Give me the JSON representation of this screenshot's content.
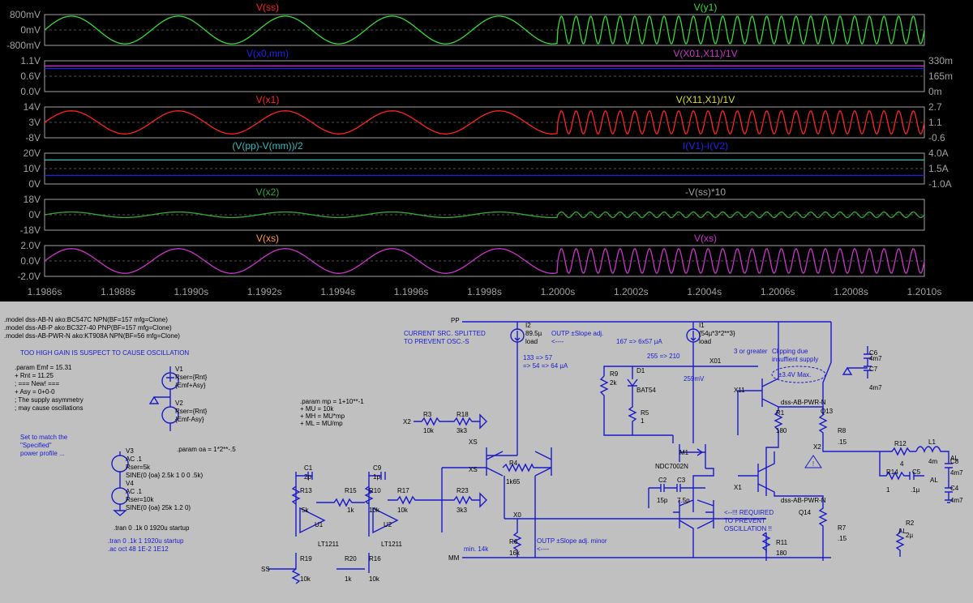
{
  "colors": {
    "bg": "#000000",
    "axis": "#a0a0a0",
    "green": "#33dd33",
    "magenta": "#cc33cc",
    "red": "#ff2222",
    "blue": "#2222ee",
    "cyan": "#33bbbb",
    "darkgreen": "#33aa33",
    "orange": "#ff9933",
    "yellow": "#dddd33",
    "wire": "#1a1acc",
    "schem_bg": "#c0c0c0"
  },
  "panes": [
    {
      "yticks": [
        "800mV",
        "0mV",
        "-800mV"
      ],
      "rticks": [],
      "label_left": "V(ss)",
      "label_right": "V(y1)",
      "lc_left": "red",
      "lc_right": "green"
    },
    {
      "yticks": [
        "1.1V",
        "0.6V",
        "0.0V"
      ],
      "rticks": [
        "330m",
        "165m",
        "0m"
      ],
      "label_left": "V(x0,mm)",
      "label_right": "V(X01,X11)/1V",
      "lc_left": "blue",
      "lc_right": "magenta"
    },
    {
      "yticks": [
        "14V",
        "3V",
        "-8V"
      ],
      "rticks": [
        "2.7",
        "1.1",
        "-0.6"
      ],
      "label_left": "V(x1)",
      "label_right": "V(X11,X1)/1V",
      "lc_left": "red",
      "lc_right": "yellow"
    },
    {
      "yticks": [
        "20V",
        "10V",
        "0V"
      ],
      "rticks": [
        "4.0A",
        "1.5A",
        "-1.0A"
      ],
      "label_left": "(V(pp)-V(mm))/2",
      "label_right": "I(V1)-I(V2)",
      "lc_left": "cyan",
      "lc_right": "blue"
    },
    {
      "yticks": [
        "18V",
        "0V",
        "-18V"
      ],
      "rticks": [],
      "label_left": "V(x2)",
      "label_right": "-V(ss)*10",
      "lc_left": "darkgreen",
      "lc_right": "axis"
    },
    {
      "yticks": [
        "2.0V",
        "0.0V",
        "-2.0V"
      ],
      "rticks": [],
      "label_left": "V(xs)",
      "label_right": "V(xs)",
      "lc_left": "orange",
      "lc_right": "magenta"
    }
  ],
  "xaxis": [
    "1.1986s",
    "1.1988s",
    "1.1990s",
    "1.1992s",
    "1.1994s",
    "1.1996s",
    "1.1998s",
    "1.2000s",
    "1.2002s",
    "1.2004s",
    "1.2006s",
    "1.2008s",
    "1.2010s"
  ],
  "chart_data": {
    "type": "line",
    "x_range_s": [
      1.1986,
      1.201
    ],
    "switch_time_s": 1.2,
    "pre_cycles": 4.8,
    "post_cycles": 25,
    "series": [
      {
        "name": "V(ss)",
        "pane": 0,
        "ylim": [
          -800,
          800
        ],
        "unit": "mV",
        "color": "green",
        "amp": 0.9,
        "mode": "switch"
      },
      {
        "name": "V(x0,mm)",
        "pane": 1,
        "ylim": [
          0,
          1.1
        ],
        "unit": "V",
        "color": "blue",
        "amp": 0,
        "mode": "flat",
        "level": 0.75
      },
      {
        "name": "V(X01,X11)/1V",
        "pane": 1,
        "ylim": [
          0,
          330
        ],
        "unit": "m",
        "color": "magenta",
        "amp": 0,
        "mode": "flat",
        "level": 0.83
      },
      {
        "name": "V(x1)",
        "pane": 2,
        "ylim": [
          -8,
          14
        ],
        "unit": "V",
        "color": "red",
        "amp": 0.75,
        "mode": "switch"
      },
      {
        "name": "(V(pp)-V(mm))/2",
        "pane": 3,
        "ylim": [
          0,
          20
        ],
        "unit": "V",
        "color": "cyan",
        "amp": 0,
        "mode": "flat",
        "level": 0.78
      },
      {
        "name": "I(V1)-I(V2)",
        "pane": 3,
        "ylim": [
          -1.0,
          4.0
        ],
        "unit": "A",
        "color": "blue",
        "amp": 0,
        "mode": "flat",
        "level": 0.28
      },
      {
        "name": "V(x2)",
        "pane": 4,
        "ylim": [
          -18,
          18
        ],
        "unit": "V",
        "color": "darkgreen",
        "amp": 0.18,
        "mode": "switch"
      },
      {
        "name": "V(xs)",
        "pane": 5,
        "ylim": [
          -2,
          2
        ],
        "unit": "V",
        "color": "magenta",
        "amp": 0.8,
        "mode": "switch"
      }
    ]
  },
  "schem": {
    "models": [
      ".model dss-AB-N ako:BC547C NPN(BF=157 mfg=Clone)",
      ".model dss-AB-P ako:BC327-40 PNP(BF=157 mfg=Clone)",
      ".model dss-AB-PWR-N ako:KT908A NPN(BF=56 mfg=Clone)"
    ],
    "warn": "TOO HIGH GAIN IS SUSPECT TO CAUSE OSCILLATION",
    "params": [
      ".param Emf = 15.31",
      "+ Rnt = 11.25",
      "; === New! ===",
      "+ Asy = 0+0-0",
      "; The supply asymmetry",
      "; may cause oscillations"
    ],
    "setmatch": [
      "Set to match the",
      "\"Specified\"",
      "power profile ..."
    ],
    "mp": [
      ".param mp = 1+10**-1",
      "+ MU = 10k",
      "+ MH = MU*mp",
      "+ ML = MU/mp"
    ],
    "oa": ".param oa = 1*2**-.5",
    "tran1": ".tran 0 .1k 0 1920u startup",
    "tran2": ".tran 0 .1k 1 1920u startup",
    "ac": ".ac oct 48 1E-2 1E12",
    "current": [
      "CURRENT SRC. SPLITTED",
      "TO PREVENT OSC.-S"
    ],
    "outp1": "OUTP ±Slope adj.",
    "outp1b": "<----",
    "outp2": "OUTP ±Slope adj. minor",
    "outp2b": "<----",
    "i2": [
      "I2",
      "89.5µ",
      "load"
    ],
    "i2note": [
      "133 => 57",
      "=> 54 => 64 µA"
    ],
    "i1": [
      "I1",
      "{54µ*3*2**3}",
      "load"
    ],
    "i1note1": "167 => 6x57 µA",
    "i1note2": "255 => 210",
    "i1note3": "3 or greater",
    "clip": [
      "Clipping due",
      "insuffient supply"
    ],
    "clipv": "±3.4V Max.",
    "required": [
      "<--!!! REQUIRED",
      "TO PREVENT",
      "OSCILLATION !!"
    ],
    "min14k": "min. 14k",
    "v259": "259mV",
    "v1": [
      "V1",
      "Rser={Rnt}",
      "{Emf+Asy}"
    ],
    "v2": [
      "V2",
      "Rser={Rnt}",
      "{Emf-Asy}"
    ],
    "v3": [
      "V3",
      "AC .1",
      "Rser=5k",
      "SINE(0 {oa} 2.5k 1 0 0 .5k)"
    ],
    "v4": [
      "V4",
      "AC .1",
      "Rser=10k",
      "SINE(0 {oa} 25k 1.2 0)"
    ],
    "nets": {
      "pp": "PP",
      "mm": "MM",
      "ss": "SS",
      "x2in": "X2",
      "xs": "XS",
      "xsbar": "XS",
      "x0": "X0",
      "x01": "X01",
      "x11": "X11",
      "x1": "X1",
      "x2": "X2",
      "al": "AL",
      "al2": "AL",
      "al3": "AL"
    },
    "parts": {
      "r3": "R3",
      "r3v": "10k",
      "r18": "R18",
      "r18v": "3k3",
      "r13": "R13",
      "r13v": "5k",
      "r15": "R15",
      "r15v": "1k",
      "r10": "R10",
      "r10v": "10k",
      "r17": "R17",
      "r17v": "10k",
      "r23": "R23",
      "r23v": "3k3",
      "r19": "R19",
      "r19v": "10k",
      "r20": "R20",
      "r20v": "1k",
      "r16": "R16",
      "r16v": "10k",
      "c1": "C1",
      "c1v": "2p",
      "c9": "C9",
      "c9v": "1p",
      "u1": "U1",
      "u1m": "LT1211",
      "u2": "U2",
      "u2m": "LT1211",
      "r4": "R4",
      "r4v": "1k65",
      "r6": "R6",
      "r6v": "16k",
      "r9": "R9",
      "r9v": "2k",
      "d1": "D1",
      "d1m": "BAT54",
      "r5": "R5",
      "r5v": "1",
      "m1": "M1",
      "m1m": "NDC7002N",
      "c2": "C2",
      "c2v": "15p",
      "c3": "C3",
      "c3v": "7.5p",
      "r1": "R1",
      "r1v": "180",
      "r11": "R11",
      "r11v": "180",
      "q13": "Q13",
      "q13m": "dss-AB-PWR-N",
      "q14": "Q14",
      "q14m": "dss-AB-PWR-N",
      "r8": "R8",
      "r8v": ".15",
      "r7": "R7",
      "r7v": ".15",
      "r12": "R12",
      "r12v": "4",
      "l1": "L1",
      "l1v": "4m",
      "r14": "R14",
      "r14v": "1",
      "c5": "C5",
      "c5v": ".1µ",
      "c6": "C6",
      "c6v": "4m7",
      "c7": "C7",
      "c7v": "4m7",
      "c8": "C8",
      "c8v": "4m7",
      "c4": "C4",
      "c4v": "4m7",
      "r2": "R2",
      "r2v": "2µ",
      "warnsym": "!"
    }
  }
}
